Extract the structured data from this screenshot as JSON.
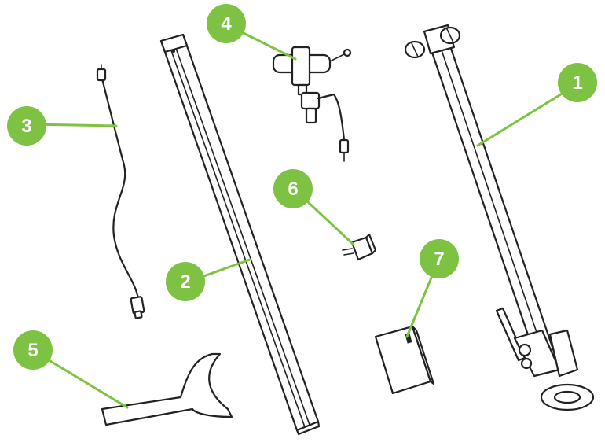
{
  "diagram": {
    "accent_color": "#7dc242",
    "parts": [
      {
        "number": "1",
        "depicts": "support-arm-with-knobs-and-base-ring"
      },
      {
        "number": "2",
        "depicts": "long-square-tube"
      },
      {
        "number": "3",
        "depicts": "cable-with-connectors"
      },
      {
        "number": "4",
        "depicts": "clamp-assembly-with-cable"
      },
      {
        "number": "5",
        "depicts": "spanner-wrench"
      },
      {
        "number": "6",
        "depicts": "small-connector-plug"
      },
      {
        "number": "7",
        "depicts": "small-box-unit"
      }
    ]
  }
}
